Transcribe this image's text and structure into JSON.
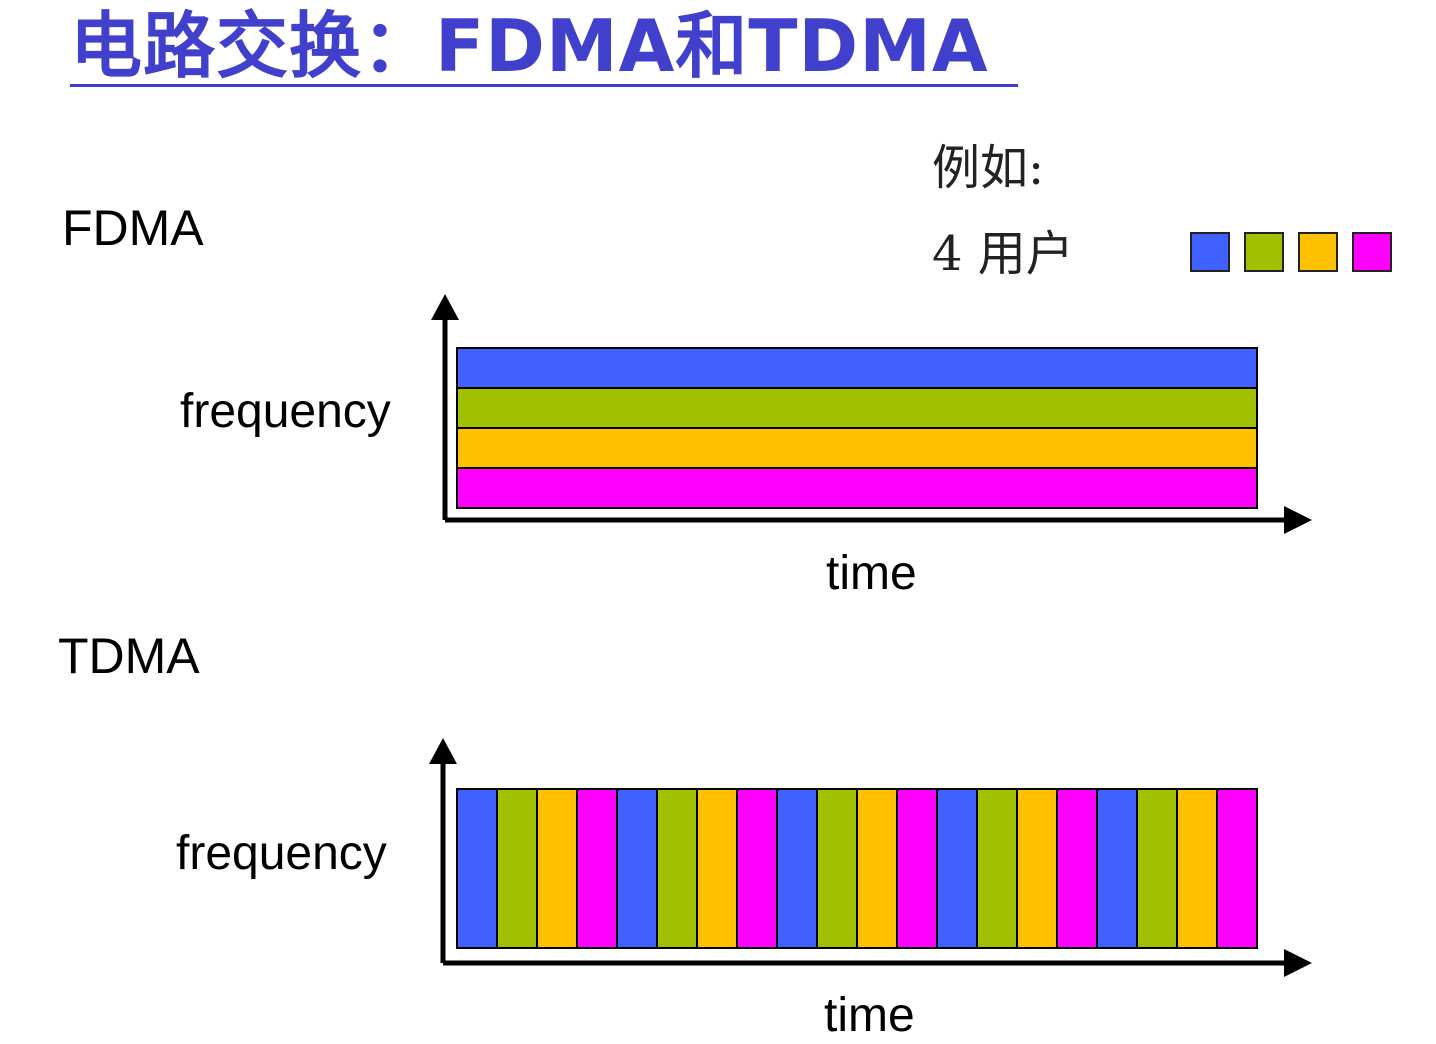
{
  "title": "电路交换：FDMA和TDMA",
  "example": {
    "label": "例如:",
    "users_label": "4 用户",
    "user_colors": [
      "#4060ff",
      "#a0c000",
      "#ffc000",
      "#ff00ff"
    ]
  },
  "fdma": {
    "section_label": "FDMA",
    "y_axis_label": "frequency",
    "x_axis_label": "time",
    "band_order": [
      0,
      1,
      2,
      3
    ]
  },
  "tdma": {
    "section_label": "TDMA",
    "y_axis_label": "frequency",
    "x_axis_label": "time",
    "slot_count": 20,
    "slot_order": [
      0,
      1,
      2,
      3
    ]
  }
}
